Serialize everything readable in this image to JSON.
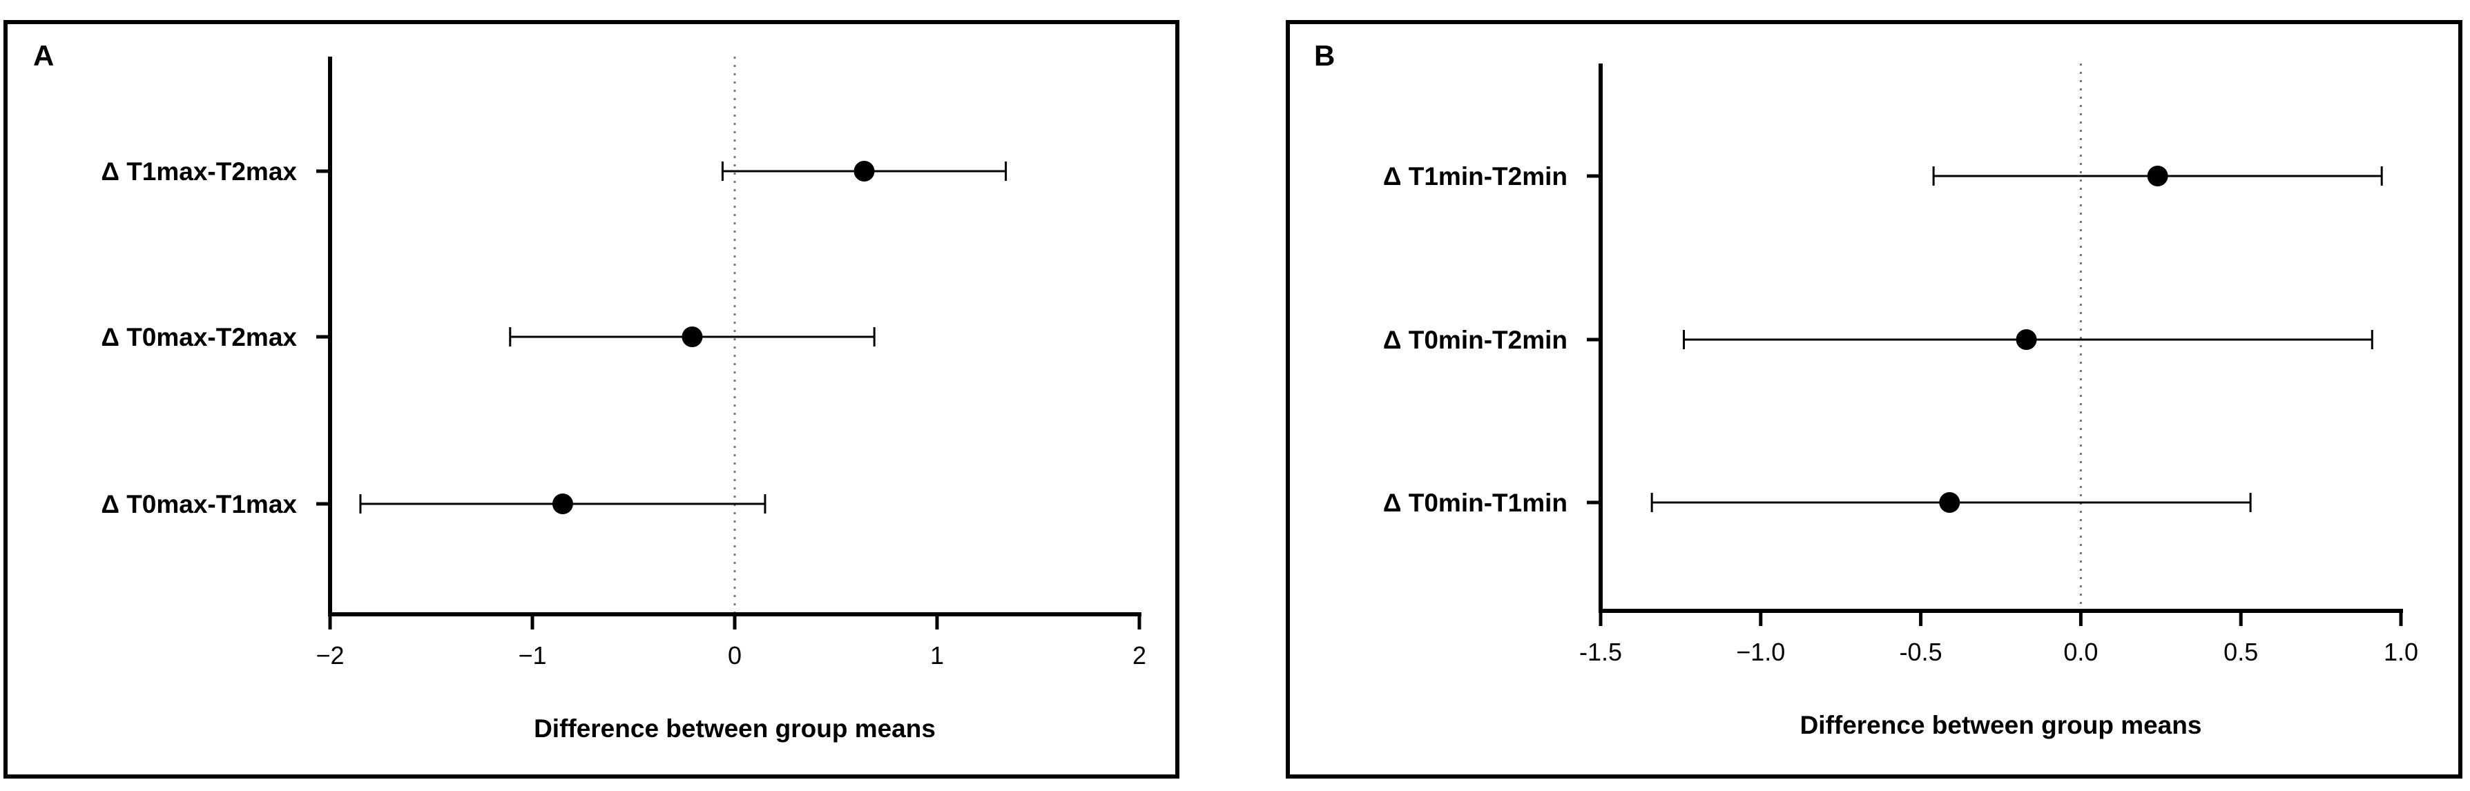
{
  "chart_data": [
    {
      "panel_label": "A",
      "type": "forest",
      "xlabel": "Difference between group means",
      "xlim": [
        -2,
        2
      ],
      "xticks": [
        -2,
        -1,
        0,
        1,
        2
      ],
      "xtick_labels": [
        "−2",
        "−1",
        "0",
        "1",
        "2"
      ],
      "reference_line": 0,
      "rows": [
        {
          "label": "Δ T1max-T2max",
          "mean": 0.64,
          "lower": -0.06,
          "upper": 1.34
        },
        {
          "label": "Δ T0max-T2max",
          "mean": -0.21,
          "lower": -1.11,
          "upper": 0.69
        },
        {
          "label": "Δ T0max-T1max",
          "mean": -0.85,
          "lower": -1.85,
          "upper": 0.15
        }
      ]
    },
    {
      "panel_label": "B",
      "type": "forest",
      "xlabel": "Difference between group means",
      "xlim": [
        -1.5,
        1.0
      ],
      "xticks": [
        -1.5,
        -1.0,
        -0.5,
        0.0,
        0.5,
        1.0
      ],
      "xtick_labels": [
        "-1.5",
        "−1.0",
        "-0.5",
        "0.0",
        "0.5",
        "1.0"
      ],
      "reference_line": 0,
      "rows": [
        {
          "label": "Δ T1min-T2min",
          "mean": 0.24,
          "lower": -0.46,
          "upper": 0.94
        },
        {
          "label": "Δ T0min-T2min",
          "mean": -0.17,
          "lower": -1.24,
          "upper": 0.91
        },
        {
          "label": "Δ T0min-T1min",
          "mean": -0.41,
          "lower": -1.34,
          "upper": 0.53
        }
      ]
    }
  ]
}
